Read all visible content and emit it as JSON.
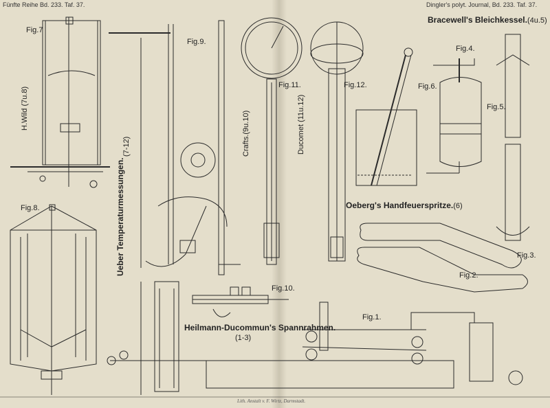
{
  "header": {
    "left": "Fünfte Reihe Bd. 233. Taf. 37.",
    "right": "Dingler's polyt. Journal, Bd. 233. Taf. 37."
  },
  "sections": {
    "temperature": "Ueber Temperaturmessungen.",
    "temperature_range": "(7-12)",
    "wild": "H.Wild (7u.8)",
    "crafts": "Crafts.(9u.10)",
    "ducomet": "Ducomet (11u.12)",
    "oeberg": "Oeberg's Handfeuerspritze.",
    "oeberg_num": "(6)",
    "bracewell": "Bracewell's Bleichkessel.",
    "bracewell_num": "(4u.5)",
    "heilmann": "Heilmann-Ducommun's Spannrahmen.",
    "heilmann_range": "(1-3)"
  },
  "figures": {
    "f1": "Fig.1.",
    "f2": "Fig.2.",
    "f3": "Fig.3.",
    "f4": "Fig.4.",
    "f5": "Fig.5.",
    "f6": "Fig.6.",
    "f7": "Fig.7",
    "f8": "Fig.8.",
    "f9": "Fig.9.",
    "f10": "Fig.10.",
    "f11": "Fig.11.",
    "f12": "Fig.12."
  },
  "imprint": "Lith. Anstalt v. F. Wirtz, Darmstadt.",
  "colors": {
    "paper": "#e4decb",
    "ink": "#2a2a2a"
  }
}
